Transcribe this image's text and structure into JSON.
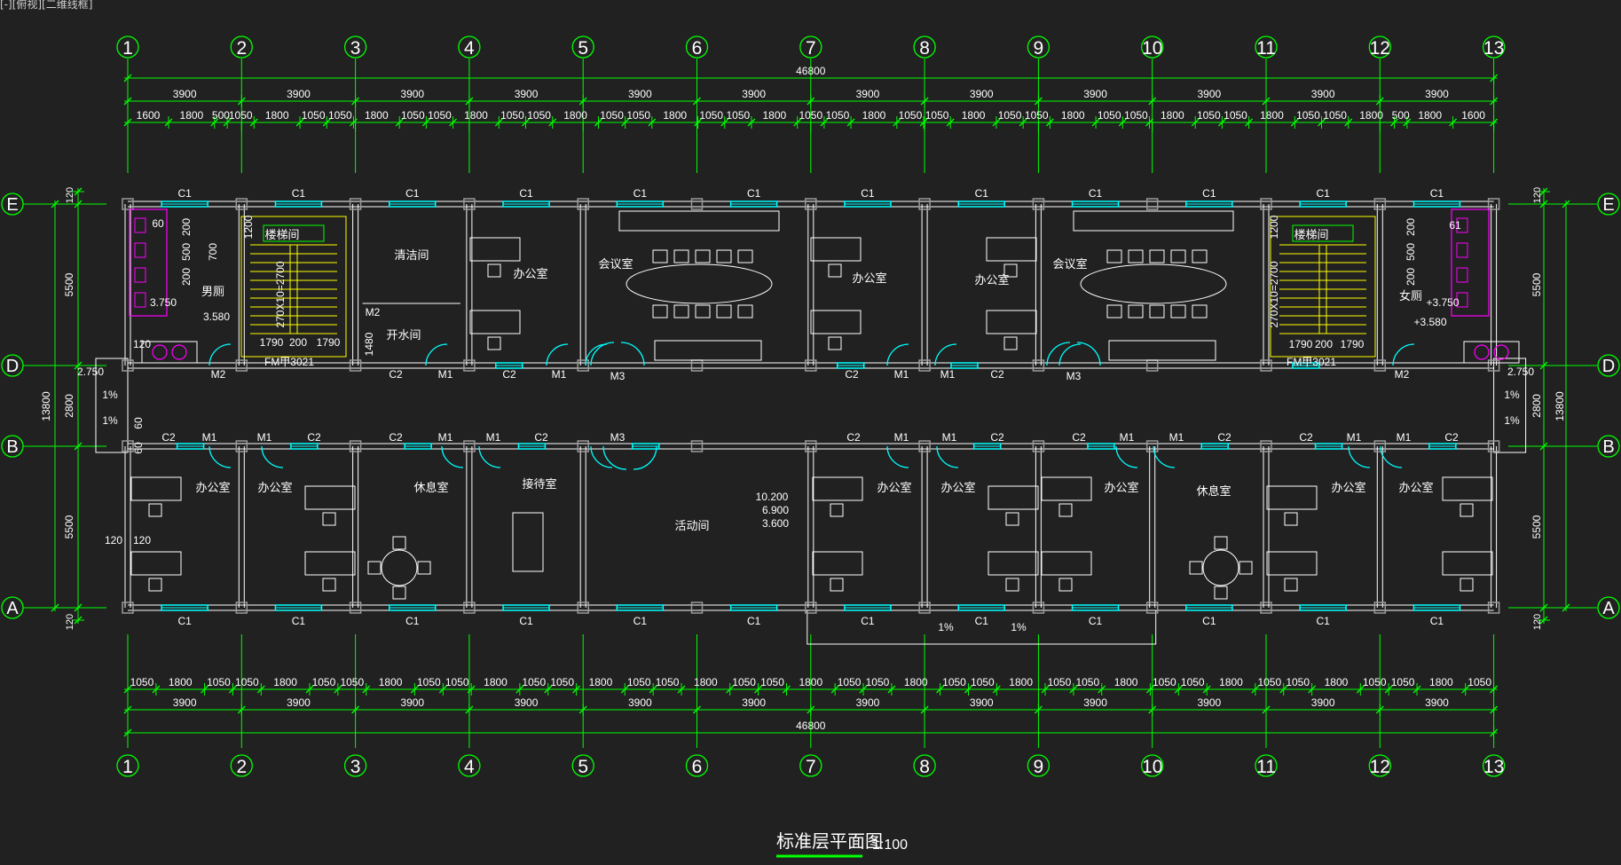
{
  "viewport_label": "[-][俯视][二维线框]",
  "title": "标准层平面图",
  "scale": "1:100",
  "grid_cols": [
    "1",
    "2",
    "3",
    "4",
    "5",
    "6",
    "7",
    "8",
    "9",
    "10",
    "11",
    "12",
    "13"
  ],
  "grid_rows": [
    "E",
    "D",
    "B",
    "A"
  ],
  "dims": {
    "total_top": "46800",
    "total_bottom": "46800",
    "bay": "3900",
    "top_sub": [
      "1600",
      "1800",
      "500",
      "1050",
      "1800",
      "1050",
      "1050",
      "1800",
      "1050",
      "1050",
      "1800",
      "1050",
      "1050",
      "1800",
      "1050",
      "1050",
      "1800",
      "1050",
      "1050",
      "1800",
      "1050",
      "1050",
      "1800",
      "1050",
      "1050",
      "1800",
      "1050",
      "1050",
      "1800",
      "1050",
      "1050",
      "1800",
      "1050",
      "1050",
      "1800",
      "1050",
      "1050",
      "1800",
      "500",
      "1800",
      "1600"
    ],
    "bottom_sub": [
      "1050",
      "1800",
      "1050",
      "1050",
      "1800",
      "1050",
      "1050",
      "1800",
      "1050",
      "1050",
      "1800",
      "1050",
      "1050",
      "1800",
      "1050",
      "1050",
      "1800",
      "1050",
      "1050",
      "1800",
      "1050",
      "1050",
      "1800",
      "1050",
      "1050",
      "1800",
      "1050",
      "1050",
      "1800",
      "1050",
      "1050",
      "1800",
      "1050",
      "1050",
      "1800",
      "1050",
      "1050",
      "1800",
      "1050"
    ],
    "left_total": "13800",
    "left_parts": [
      "5500",
      "2800",
      "5500"
    ],
    "edge": "120"
  },
  "rooms": {
    "stair": "楼梯间",
    "clean": "清洁间",
    "office": "办公室",
    "meeting": "会议室",
    "men_wc": "男厕",
    "women_wc": "女厕",
    "water": "开水间",
    "rest": "休息室",
    "reception": "接待室",
    "activity": "活动间"
  },
  "labels": {
    "c1": "C1",
    "c2": "C2",
    "m1": "M1",
    "m2": "M2",
    "m3": "M3",
    "fm": "FM甲3021",
    "slope": "1%",
    "elev_3750": "3.750",
    "elev_p3750": "+3.750",
    "elev_3580": "3.580",
    "elev_p3580": "+3.580",
    "elev_2750": "2.750",
    "elev_10200": "10.200",
    "elev_6900": "6.900",
    "elev_3600": "3.600",
    "stair_dim": "270X10=2700",
    "d1790": "1790",
    "d200": "200",
    "d1200": "1200",
    "d1480": "1480",
    "d500": "500",
    "d700": "700",
    "d60": "60",
    "d61": "61",
    "d120": "120"
  },
  "colors": {
    "background": "#212121",
    "wall": "#ffffff",
    "dimension": "#00ff00",
    "window": "#00ffff",
    "fixture": "#ff00ff",
    "stair": "#ffff00",
    "column": "#9a9a9a"
  }
}
